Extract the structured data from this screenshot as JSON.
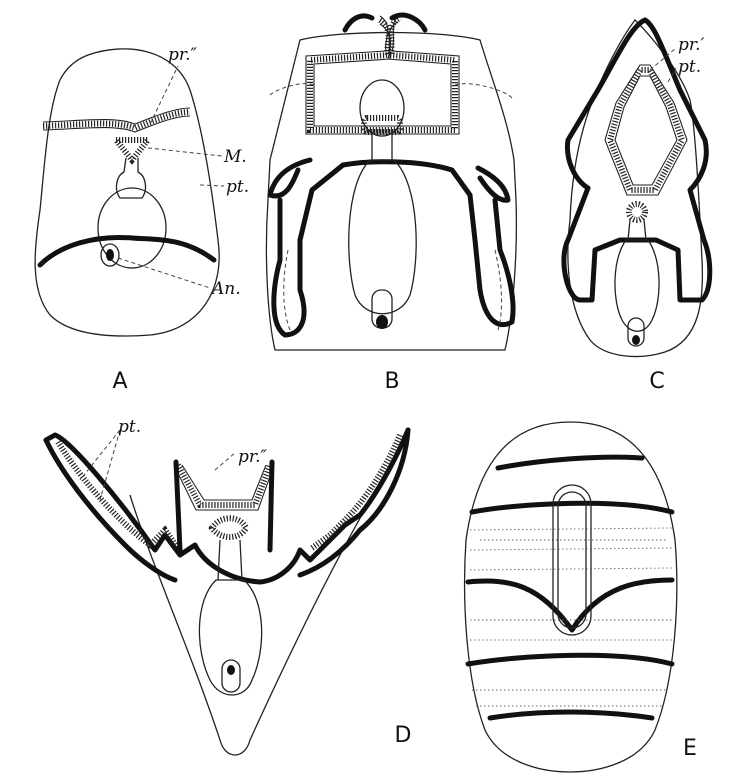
{
  "figures": {
    "A": {
      "caption": "A",
      "labels": {
        "pr2": "pr.″",
        "mouth": "M.",
        "pt": "pt.",
        "anus": "An."
      }
    },
    "B": {
      "caption": "B"
    },
    "C": {
      "caption": "C",
      "labels": {
        "pr1": "pr.′",
        "pt": "pt."
      }
    },
    "D": {
      "caption": "D",
      "labels": {
        "pt": "pt.",
        "pr2": "pr.″"
      }
    },
    "E": {
      "caption": "E"
    }
  }
}
